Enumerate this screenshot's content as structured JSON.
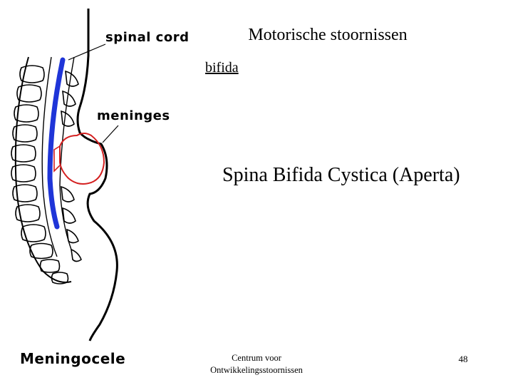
{
  "slide": {
    "title": "Motorische stoornissen",
    "subtitle": "bifida",
    "heading": "Spina Bifida Cystica (Aperta)",
    "footer": {
      "org_line1": "Centrum voor",
      "org_line2": "Ontwikkelingsstoornissen",
      "page_number": "48"
    }
  },
  "illustration": {
    "labels": {
      "spinal_cord": "spinal cord",
      "meninges": "meninges",
      "caption": "Meningocele"
    },
    "colors": {
      "spinal_cord": "#1f35d8",
      "meninges": "#d42020",
      "outline": "#000000"
    }
  }
}
